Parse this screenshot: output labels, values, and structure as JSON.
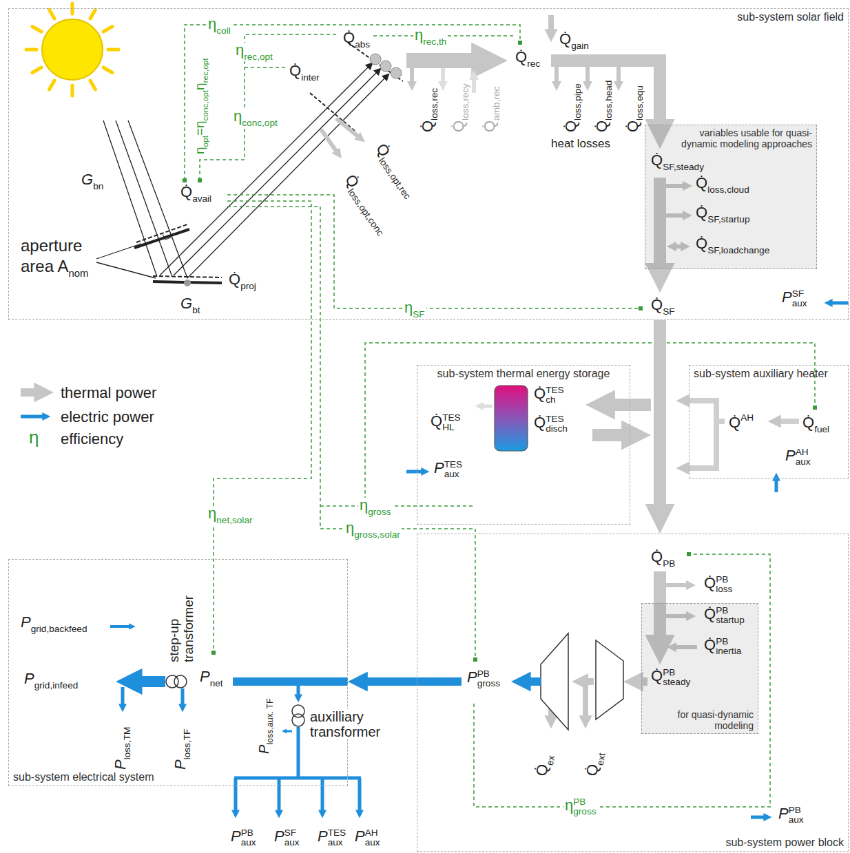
{
  "diagram": {
    "nodes": [
      {
        "text": [
          "sub-system solar field"
        ]
      },
      {
        "text": [
          "variables usable for quasi-dynamic modeling approaches"
        ],
        "in": 0
      },
      {
        "text": [
          "sub-system thermal energy storage"
        ]
      },
      {
        "text": [
          "sub-system auxiliary heater"
        ]
      },
      {
        "text": [
          "sub-system power block"
        ]
      },
      {
        "text": [
          "for quasi-dynamic modeling"
        ],
        "in": 4
      },
      {
        "text": [
          "sub-system electrical system"
        ]
      }
    ],
    "edges": [
      {
        "from": 0,
        "to": 4,
        "arrow": "to"
      },
      {
        "from": 4,
        "to": 6,
        "arrow": "to"
      }
    ],
    "labels": [
      "η",
      "coll",
      "Q̇",
      "abs",
      "η",
      "rec,th",
      "Q̇",
      "rec",
      "Q̇",
      "gain",
      "η",
      "rec,opt",
      "Q̇",
      "inter",
      "η",
      "opt",
      "=η",
      "conc,opt",
      "η",
      "rec,opt",
      "η",
      "conc,opt",
      "Q̇",
      "loss,rec",
      "Q̇",
      "loss,recy",
      "Q̇",
      "amb,rec",
      "Q̇",
      "loss,pipe",
      "Q̇",
      "loss,head",
      "Q̇",
      "loss,equ",
      "heat losses",
      "Q̇",
      "loss,opt,rec",
      "Q̇",
      "loss,opt,conc",
      "G",
      "bn",
      "Q̇",
      "avail",
      "aperture",
      "area A",
      "nom",
      "Q̇",
      "proj",
      "G",
      "bt",
      "η",
      "SF",
      "P",
      "SF",
      "aux",
      "Q̇",
      "SF,steady",
      "Q̇",
      "loss,cloud",
      "Q̇",
      "SF,startup",
      "Q̇",
      "SF,loadchange",
      "Q̇",
      "SF",
      "η",
      "Q̇",
      "TES",
      "ch",
      "Q̇",
      "TES",
      "disch",
      "Q̇",
      "TES",
      "HL",
      "P",
      "TES",
      "aux",
      "Q̇",
      "AH",
      "Q̇",
      "fuel",
      "P",
      "AH",
      "aux",
      "η",
      "net,solar",
      "η",
      "gross",
      "η",
      "gross,solar",
      "Q̇",
      "PB",
      "Q̇",
      "PB",
      "loss",
      "Q̇",
      "PB",
      "startup",
      "Q̇",
      "PB",
      "inertia",
      "Q̇",
      "PB",
      "steady",
      "P",
      "PB",
      "gross",
      "Q̇",
      "ex",
      "Q̇",
      "ext",
      "η",
      "PB",
      "gross",
      "P",
      "PB",
      "aux",
      "P",
      "grid,backfeed",
      "P",
      "grid,infeed",
      "step-up transformer",
      "P",
      "net",
      "P",
      "loss,TM",
      "P",
      "loss,TF",
      "P",
      "loss,aux. TF",
      "auxilliary transformer",
      "P",
      "PB",
      "aux",
      "P",
      "SF",
      "aux",
      "P",
      "TES",
      "aux",
      "P",
      "AH",
      "aux"
    ],
    "legend": [
      {
        "text": "thermal power"
      },
      {
        "text": "electric power"
      },
      {
        "text": "efficiency"
      }
    ]
  }
}
